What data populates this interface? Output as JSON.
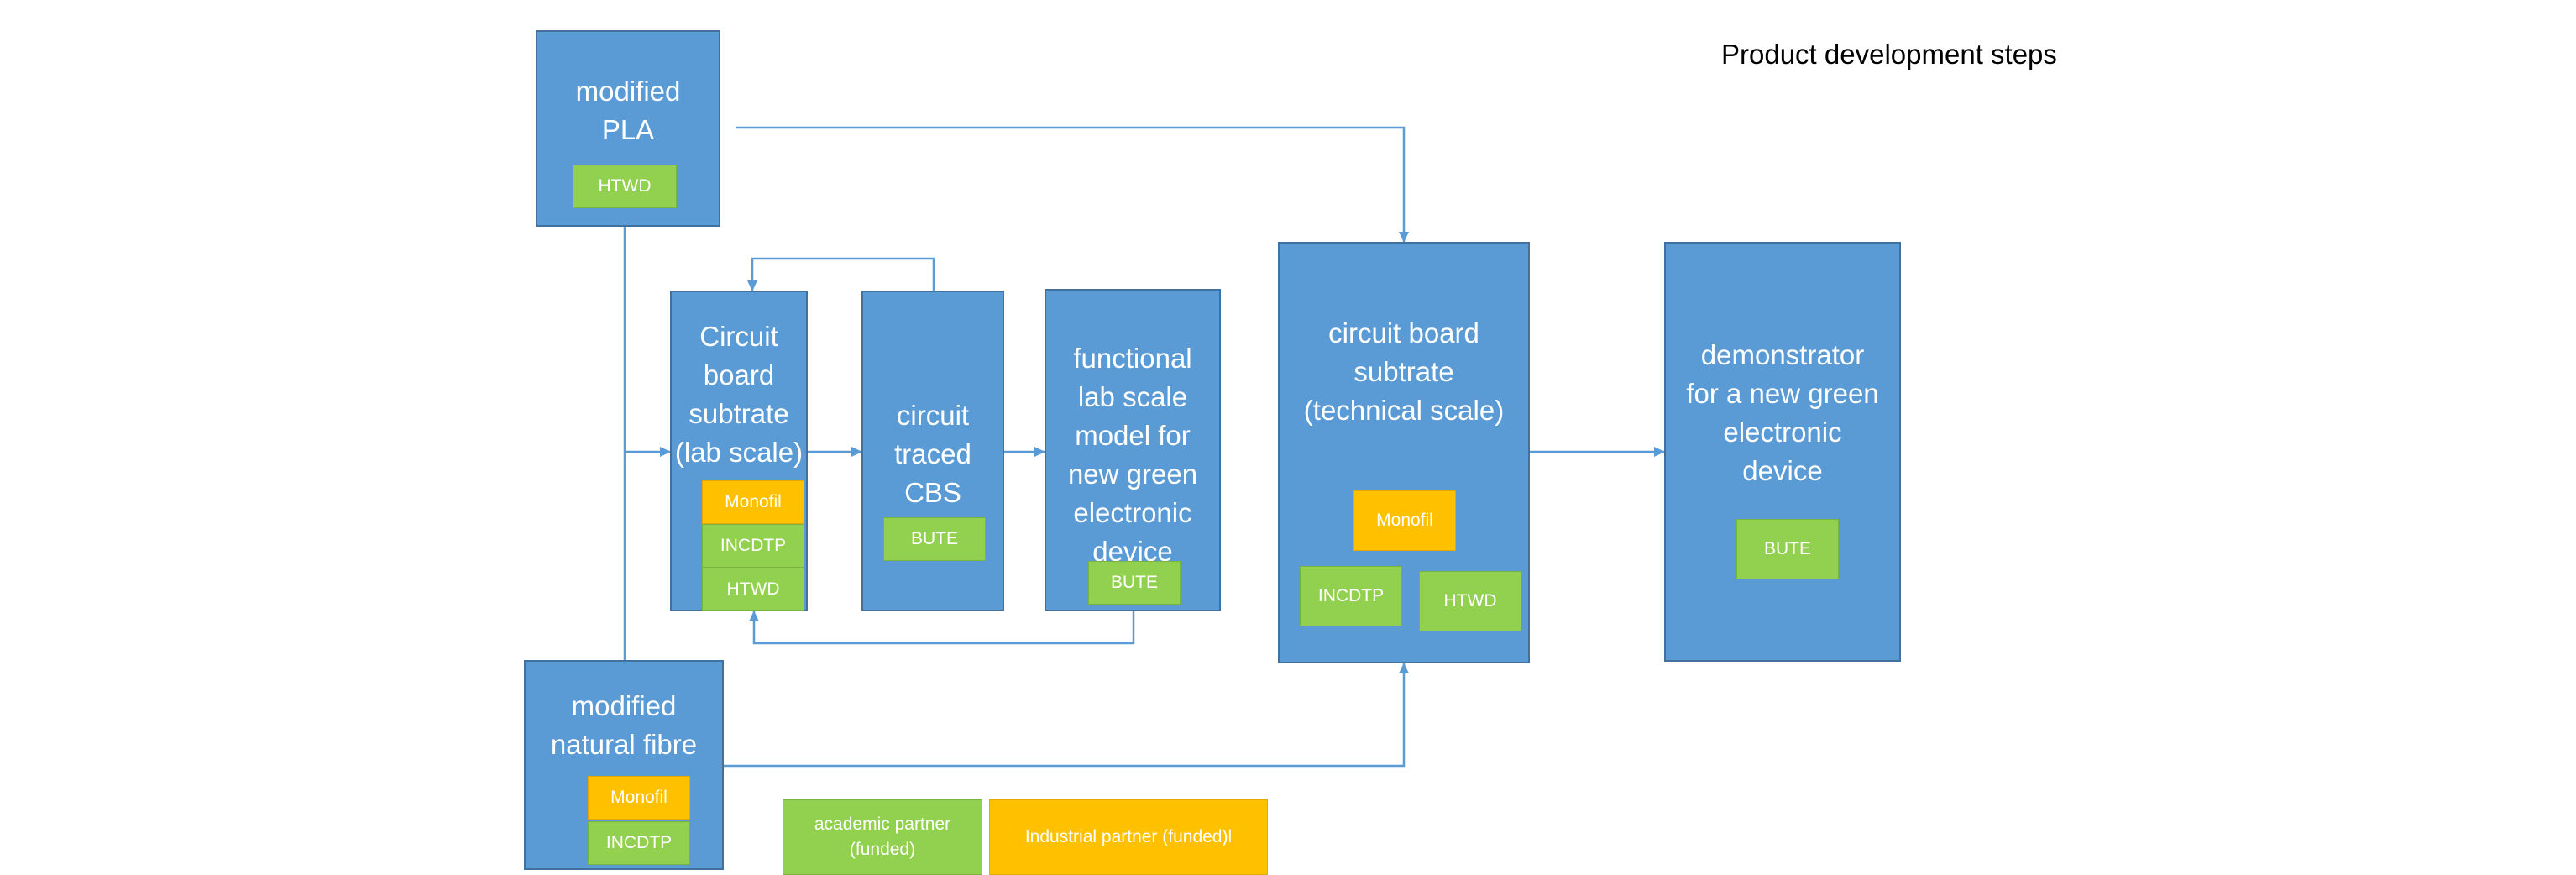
{
  "page": {
    "heading": "Product development steps"
  },
  "colors": {
    "process_box": "#5b9bd5",
    "process_border": "#41719c",
    "academic": "#92d050",
    "industrial": "#ffc000",
    "connector": "#5b9bd5"
  },
  "nodes": {
    "modified_pla": {
      "title": "modified\nPLA",
      "tags": [
        "HTWD"
      ]
    },
    "modified_fibre": {
      "title": "modified\nnatural fibre",
      "tags": [
        "Monofil",
        "INCDTP"
      ]
    },
    "circuit_board_lab": {
      "title": "Circuit\nboard\nsubtrate\n(lab scale)",
      "tags": [
        "Monofil",
        "INCDTP",
        "HTWD"
      ]
    },
    "circuit_traced": {
      "title": "circuit\ntraced\nCBS",
      "tags": [
        "BUTE"
      ]
    },
    "functional_model": {
      "title": "functional\nlab scale\nmodel for\nnew green\nelectronic\ndevice",
      "tags": [
        "BUTE"
      ]
    },
    "circuit_board_tech": {
      "title": "circuit board\nsubtrate\n(technical scale)",
      "tags": [
        "Monofil",
        "INCDTP",
        "HTWD"
      ]
    },
    "demonstrator": {
      "title": "demonstrator\nfor a new green\nelectronic\ndevice",
      "tags": [
        "BUTE"
      ]
    }
  },
  "legend": {
    "academic": "academic partner\n(funded)",
    "industrial": "Industrial partner (funded)l"
  }
}
